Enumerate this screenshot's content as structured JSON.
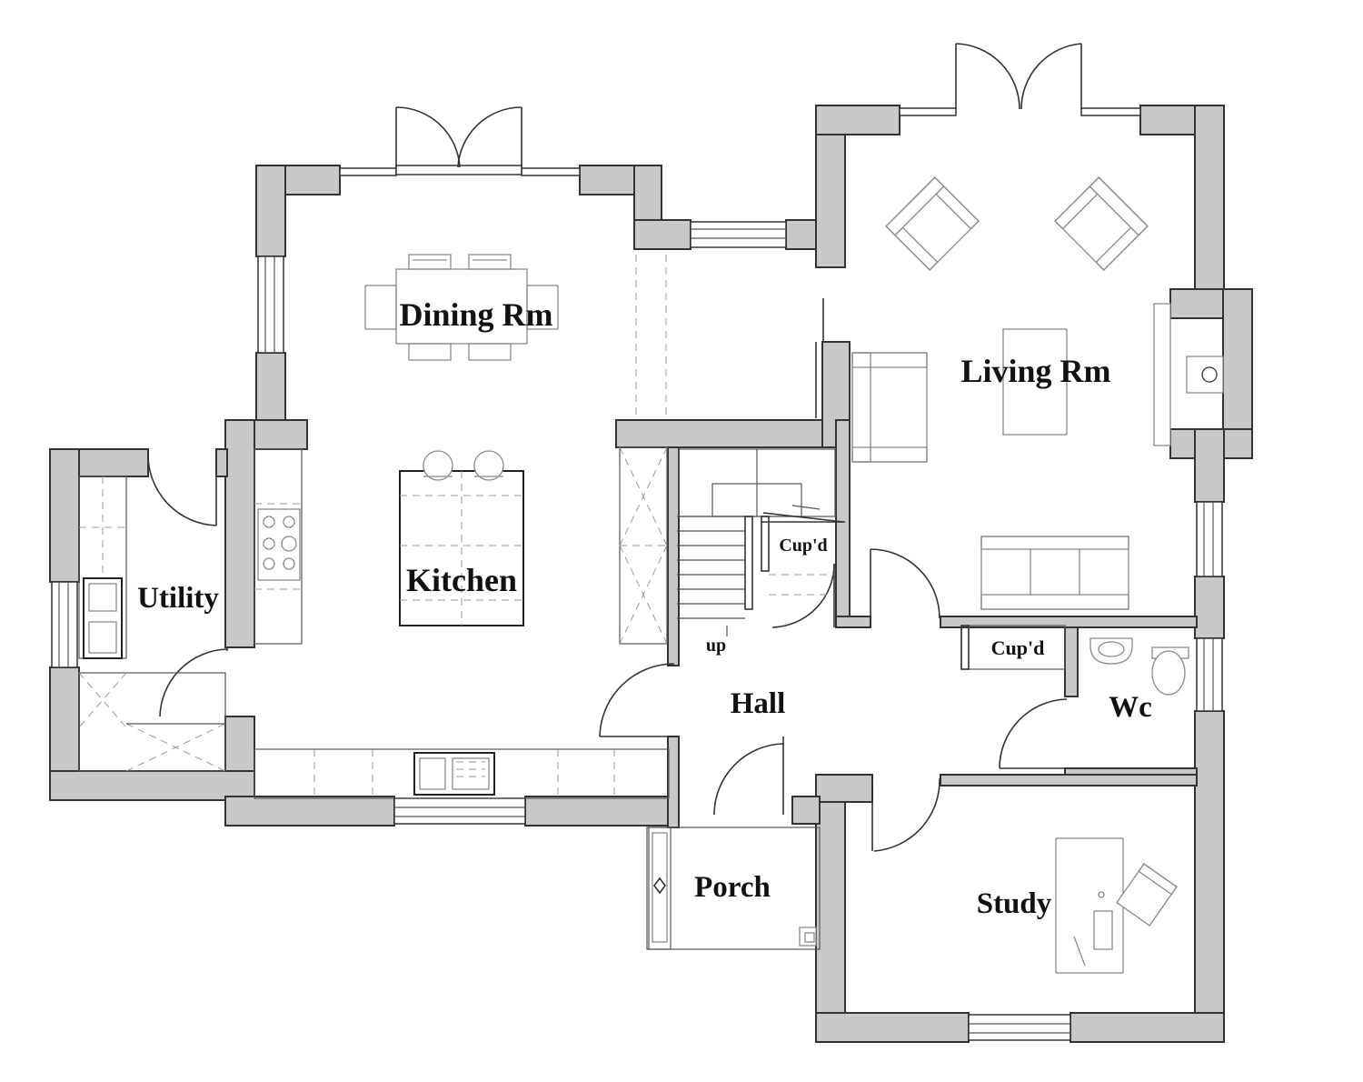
{
  "rooms": {
    "dining": "Dining Rm",
    "kitchen": "Kitchen",
    "utility": "Utility",
    "living": "Living Rm",
    "hall": "Hall",
    "porch": "Porch",
    "study": "Study",
    "wc": "Wc",
    "cupboard_stair": "Cup'd",
    "cupboard_hall": "Cup'd",
    "stair_up": "up"
  },
  "colors": {
    "wall_fill": "#c8c8c8",
    "line": "#333333",
    "furniture": "#8a8a8a"
  }
}
